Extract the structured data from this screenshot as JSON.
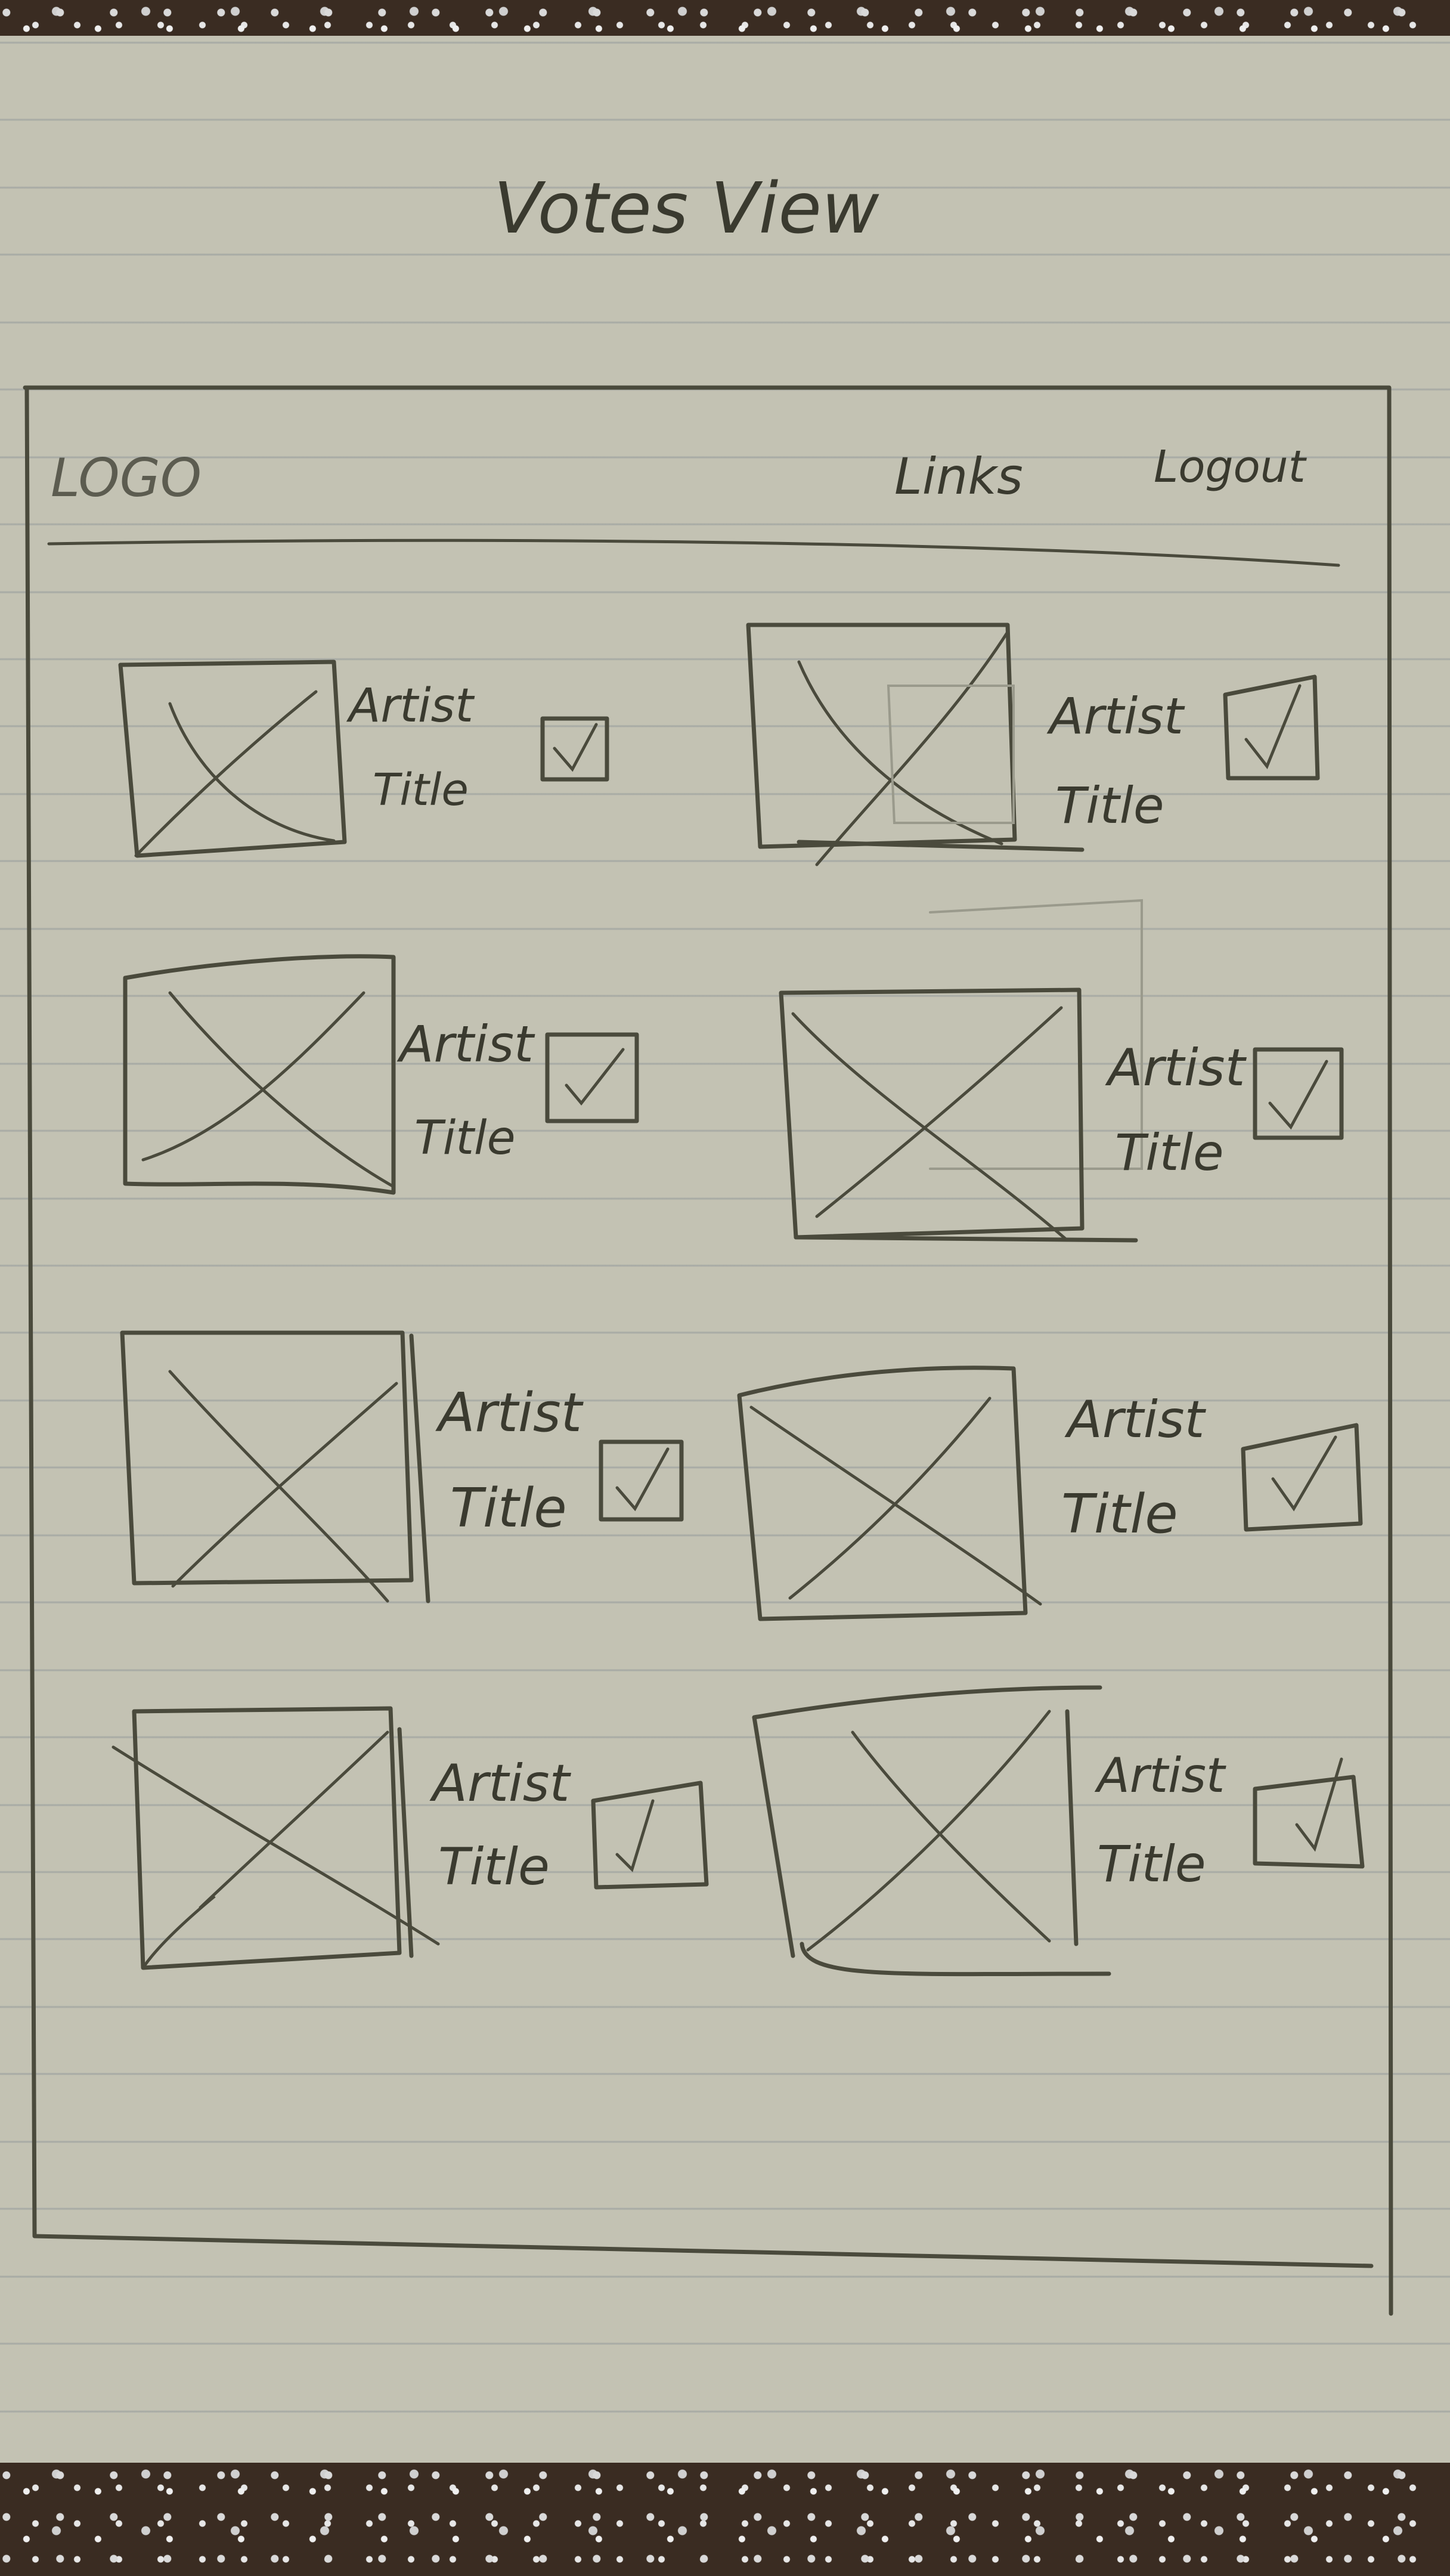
{
  "sheet": {
    "heading": "Votes View"
  },
  "header": {
    "logo": "LOGO",
    "nav": [
      {
        "label": "Links"
      },
      {
        "label": "Logout"
      }
    ]
  },
  "votes": [
    {
      "artist": "Artist",
      "title": "Title",
      "voted": true
    },
    {
      "artist": "Artist",
      "title": "Title",
      "voted": true
    },
    {
      "artist": "Artist",
      "title": "Title",
      "voted": true
    },
    {
      "artist": "Artist",
      "title": "Title",
      "voted": true
    },
    {
      "artist": "Artist",
      "title": "Title",
      "voted": true
    },
    {
      "artist": "Artist",
      "title": "Title",
      "voted": true
    },
    {
      "artist": "Artist",
      "title": "Title",
      "voted": true
    },
    {
      "artist": "Artist",
      "title": "Title",
      "voted": true
    }
  ],
  "colors": {
    "paper": "#c3c2b3",
    "pencil": "#4a4a3c"
  }
}
